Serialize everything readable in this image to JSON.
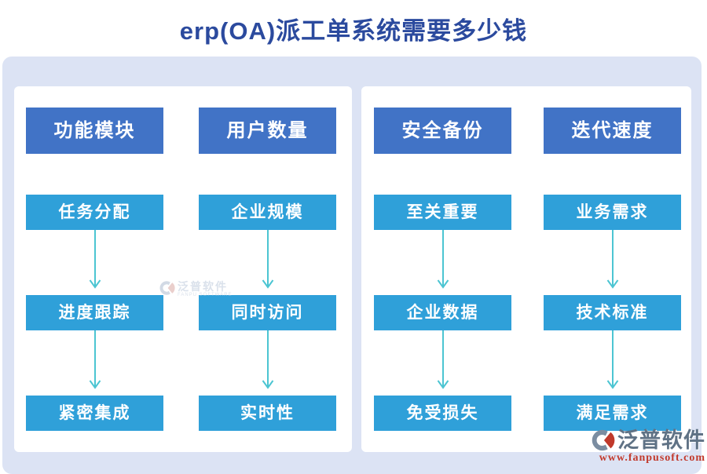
{
  "title": "erp(OA)派工单系统需要多少钱",
  "panels": [
    {
      "columns": [
        {
          "header": "功能模块",
          "items": [
            "任务分配",
            "进度跟踪",
            "紧密集成"
          ]
        },
        {
          "header": "用户数量",
          "items": [
            "企业规模",
            "同时访问",
            "实时性"
          ]
        }
      ]
    },
    {
      "columns": [
        {
          "header": "安全备份",
          "items": [
            "至关重要",
            "企业数据",
            "免受损失"
          ]
        },
        {
          "header": "迭代速度",
          "items": [
            "业务需求",
            "技术标准",
            "满足需求"
          ]
        }
      ]
    }
  ],
  "watermark": {
    "name": "泛普软件",
    "subtitle": "FANPU SOFTWARE"
  },
  "footer_logo": {
    "name": "泛普软件",
    "url": "www.fanpusoft.com"
  },
  "colors": {
    "header_box": "#4173c6",
    "item_box": "#2fa0d9",
    "arrow": "#4cc5d2",
    "background": "#dce3f4",
    "title": "#2b4a9e",
    "logo_red": "#c23a2c",
    "logo_gray": "#5f7285"
  }
}
